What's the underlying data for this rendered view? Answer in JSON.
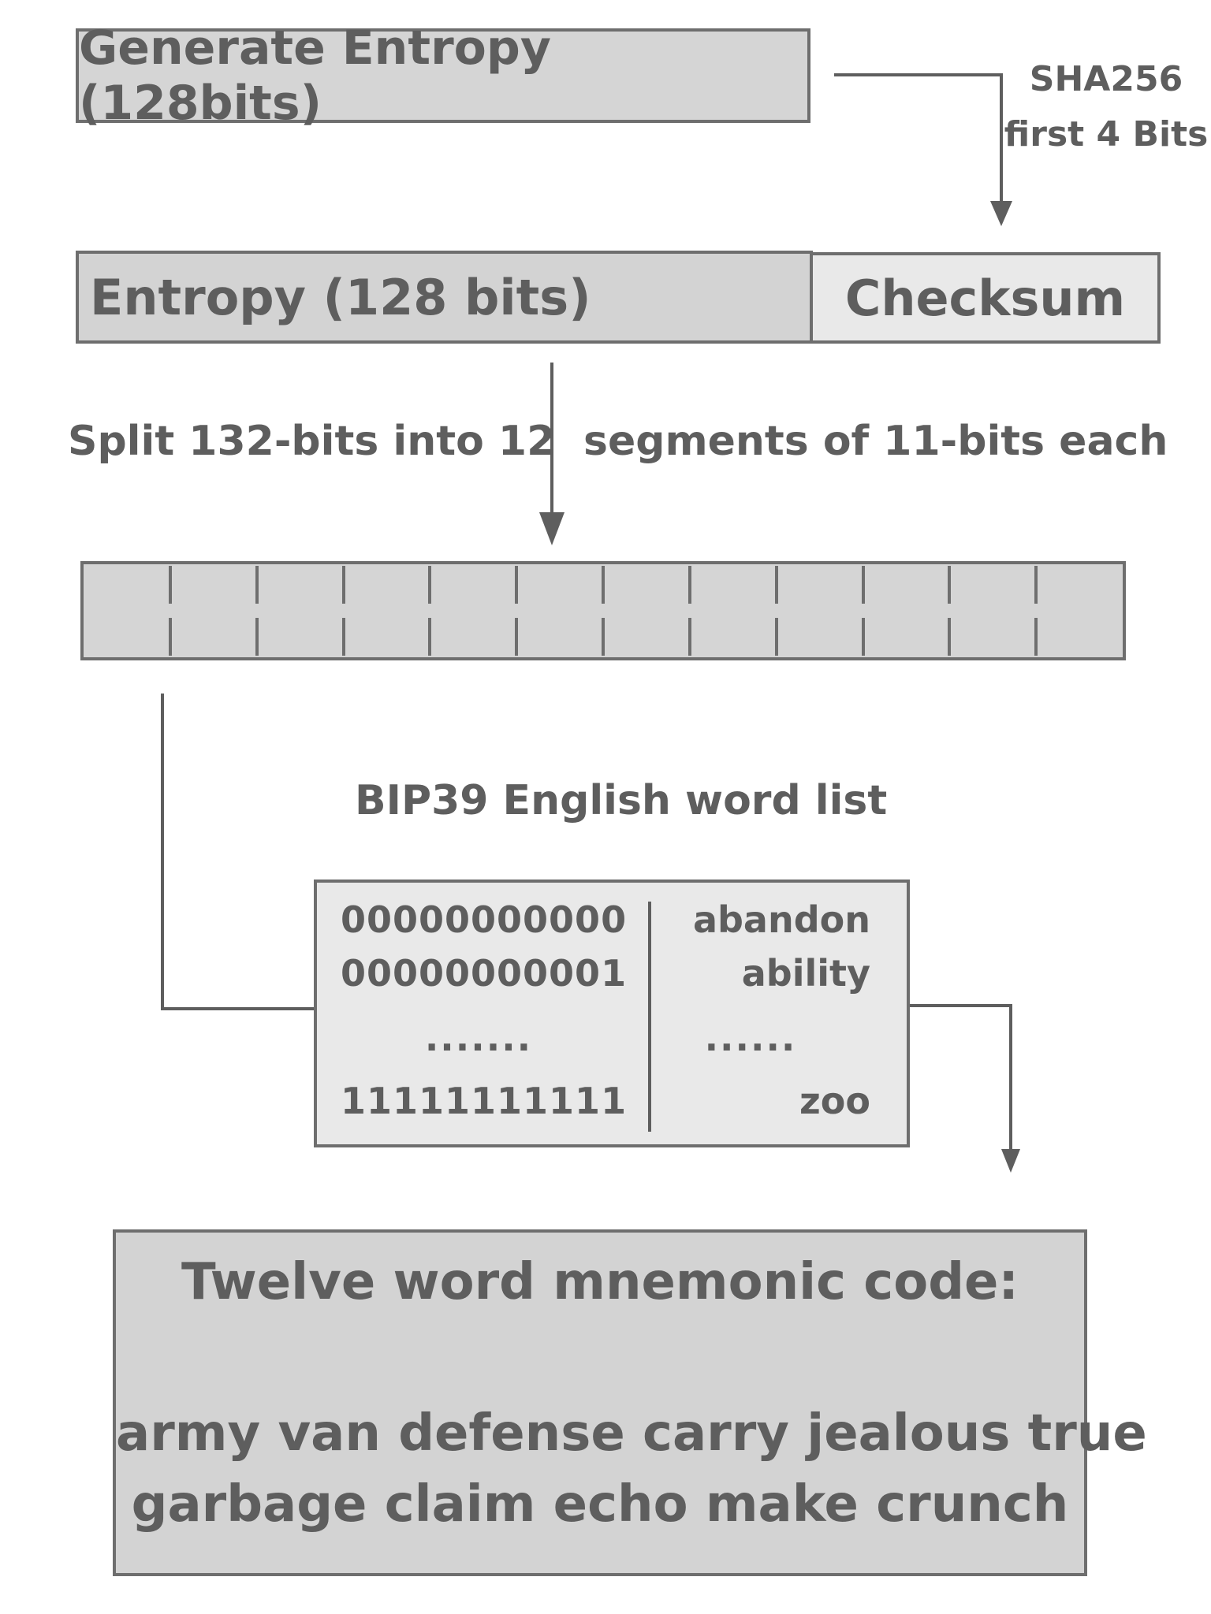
{
  "generate_box": {
    "label": "Generate Entropy (128bits)"
  },
  "hash_label": {
    "line1": "SHA256",
    "line2": "first 4 Bits"
  },
  "entropy_box": {
    "label": "Entropy (128 bits)"
  },
  "checksum_box": {
    "label": "Checksum"
  },
  "split_label": {
    "left": "Split 132-bits into 12",
    "right": "segments of 11-bits each"
  },
  "segments": {
    "count": 12
  },
  "wordlist": {
    "title": "BIP39 English word list",
    "rows": [
      {
        "bits": "00000000000",
        "word": "abandon"
      },
      {
        "bits": "00000000001",
        "word": "ability"
      },
      {
        "bits": ".......",
        "word": "......"
      },
      {
        "bits": "11111111111",
        "word": "zoo"
      }
    ]
  },
  "mnemonic_box": {
    "title": "Twelve word mnemonic code:",
    "line1": "army van defense carry jealous true",
    "line2": "garbage claim echo make crunch"
  },
  "colors": {
    "stroke": "#6e6e6e",
    "text": "#5e5e5e",
    "box_fill_dark": "#d3d3d3",
    "box_fill_light": "#e9e9e9"
  }
}
